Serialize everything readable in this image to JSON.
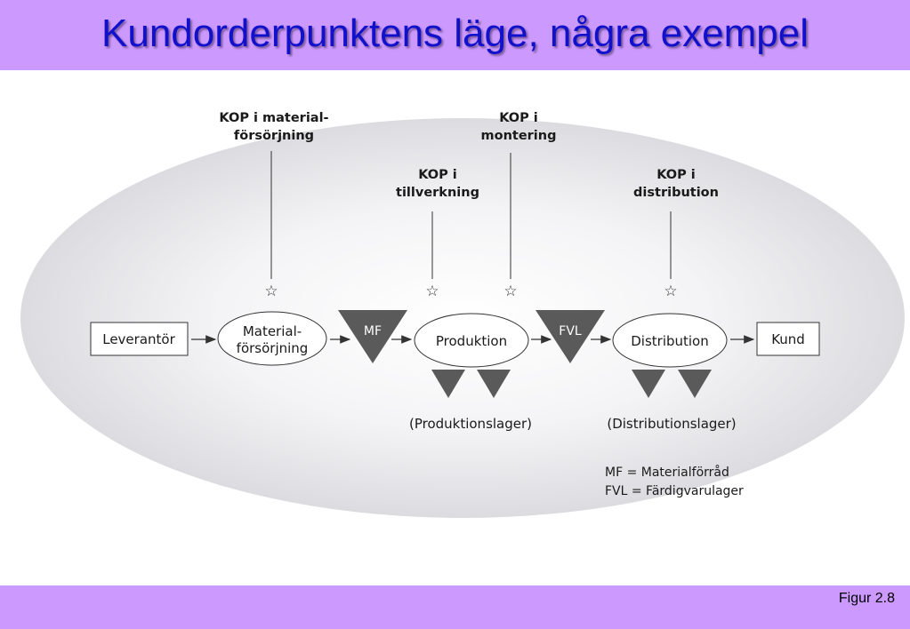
{
  "title": "Kundorderpunktens läge, några exempel",
  "footer": "Figur 2.8",
  "diagram": {
    "kop": {
      "material": [
        "KOP i material-",
        "försörjning"
      ],
      "tillverkning": [
        "KOP i",
        "tillverkning"
      ],
      "montering": [
        "KOP i",
        "montering"
      ],
      "distribution": [
        "KOP i",
        "distribution"
      ]
    },
    "nodes": {
      "leverantor": "Leverantör",
      "material": [
        "Material-",
        "försörjning"
      ],
      "mf": "MF",
      "produktion": "Produktion",
      "fvl": "FVL",
      "distribution": "Distribution",
      "kund": "Kund"
    },
    "storage": {
      "produktion": "(Produktionslager)",
      "distribution": "(Distributionslager)"
    },
    "legend": [
      "MF = Materialförråd",
      "FVL = Färdigvarulager"
    ],
    "colors": {
      "triangle": "#5a5a5a",
      "ellipse_bg": "#e2e2e6",
      "header": "#cc99ff",
      "title": "#1111cc"
    }
  }
}
